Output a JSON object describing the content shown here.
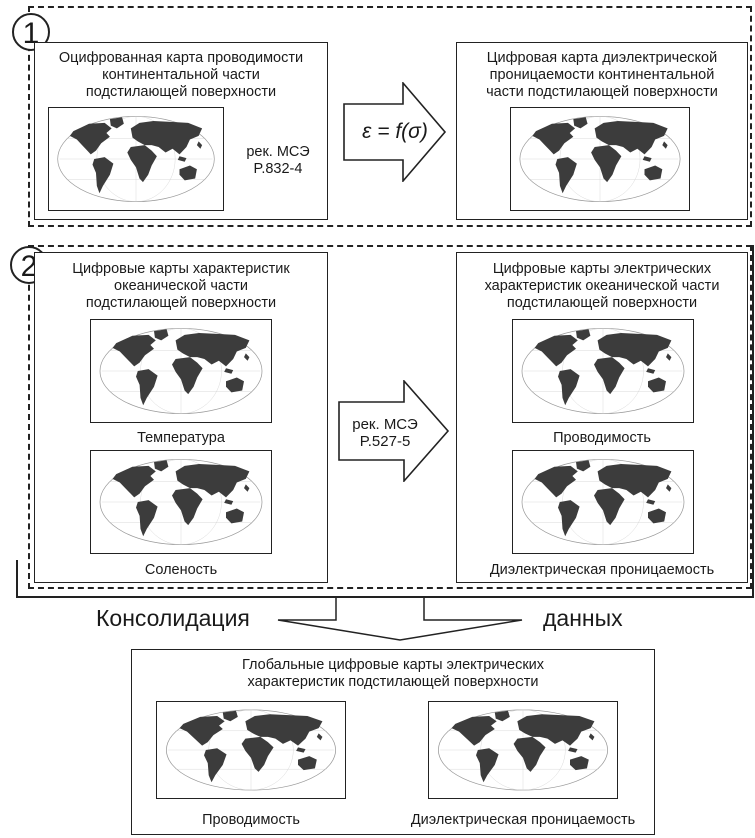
{
  "section1": {
    "number": "1",
    "left_title": "Оцифрованная карта проводимости\nконтинентальной части\nподстилающей поверхности",
    "left_note": "рек. МСЭ\nP.832-4",
    "arrow_formula": "ε = f(σ)",
    "right_title": "Цифровая карта диэлектрической\nпроницаемости континентальной\nчасти подстилающей поверхности"
  },
  "section2": {
    "number": "2",
    "left_title": "Цифровые карты характеристик\nокеанической части\nподстилающей поверхности",
    "left_caption_1": "Температура",
    "left_caption_2": "Соленость",
    "arrow_label": "рек. МСЭ\nP.527-5",
    "right_title": "Цифровые карты электрических\nхарактеристик океанической части\nподстилающей поверхности",
    "right_caption_1": "Проводимость",
    "right_caption_2": "Диэлектрическая проницаемость"
  },
  "consolidation": {
    "word_left": "Консолидация",
    "word_right": "данных"
  },
  "result": {
    "title": "Глобальные цифровые карты электрических\nхарактеристик подстилающей поверхности",
    "caption_1": "Проводимость",
    "caption_2": "Диэлектрическая проницаемость"
  },
  "colors": {
    "line": "#222222",
    "land": "#3c3c3c",
    "background": "#ffffff"
  }
}
